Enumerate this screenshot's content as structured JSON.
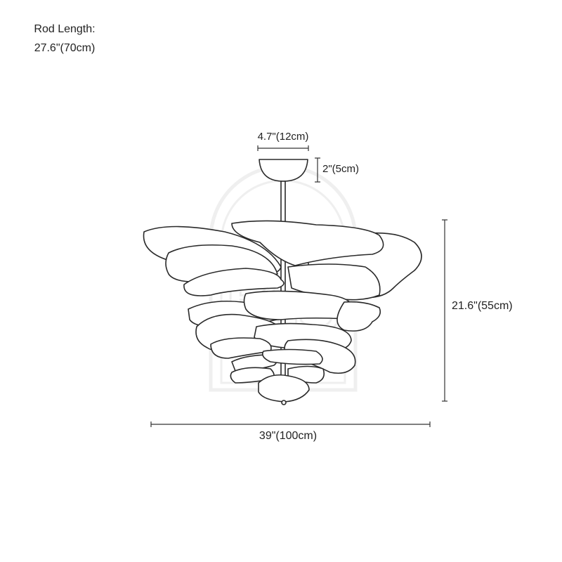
{
  "rod_length": {
    "label": "Rod Length:",
    "value": "27.6\"(70cm)"
  },
  "dimensions": {
    "canopy_width": "4.7\"(12cm)",
    "canopy_height": "2\"(5cm)",
    "fixture_height": "21.6\"(55cm)",
    "fixture_width": "39\"(100cm)"
  },
  "watermark": "RS",
  "colors": {
    "line": "#2a2a2a",
    "dimension": "#333333",
    "watermark": "#eeeeee"
  }
}
